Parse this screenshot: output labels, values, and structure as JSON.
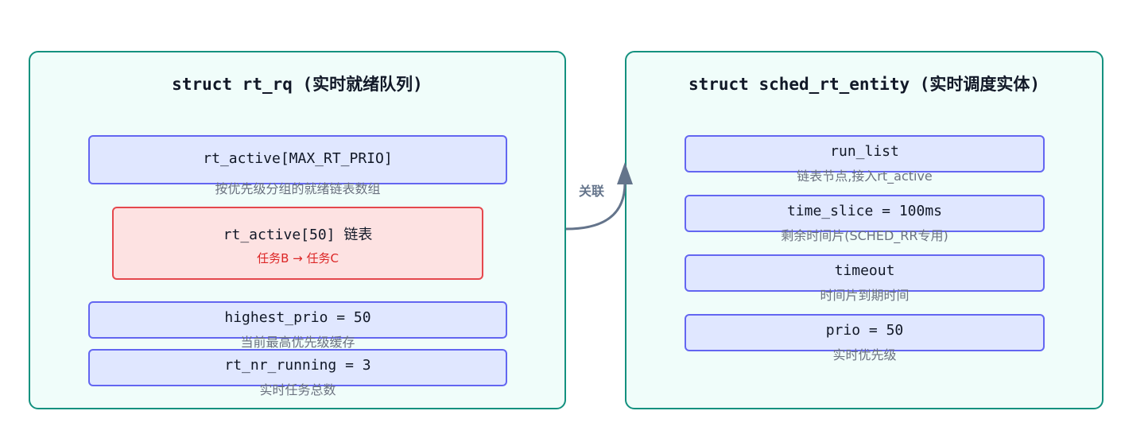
{
  "rt_rq": {
    "title": "struct rt_rq (实时就绪队列)",
    "fields": [
      {
        "name": "rt_active[MAX_RT_PRIO]",
        "desc": "按优先级分组的就绪链表数组"
      },
      {
        "name": "rt_active[50] 链表",
        "desc": "任务B → 任务C"
      },
      {
        "name": "highest_prio = 50",
        "desc": "当前最高优先级缓存"
      },
      {
        "name": "rt_nr_running = 3",
        "desc": "实时任务总数"
      }
    ]
  },
  "sched_rt_entity": {
    "title": "struct sched_rt_entity (实时调度实体)",
    "fields": [
      {
        "name": "run_list",
        "desc": "链表节点,接入rt_active"
      },
      {
        "name": "time_slice = 100ms",
        "desc": "剩余时间片(SCHED_RR专用)"
      },
      {
        "name": "timeout",
        "desc": "时间片到期时间"
      },
      {
        "name": "prio = 50",
        "desc": "实时优先级"
      }
    ]
  },
  "edge": {
    "label": "关联",
    "color": "#64748b"
  },
  "colors": {
    "panel_border": "#14917f",
    "panel_fill": "#f0fdfa",
    "field_border": "#6366f1",
    "field_fill": "#e0e7ff",
    "highlight_border": "#e5484d",
    "highlight_fill": "#fde2e2"
  }
}
